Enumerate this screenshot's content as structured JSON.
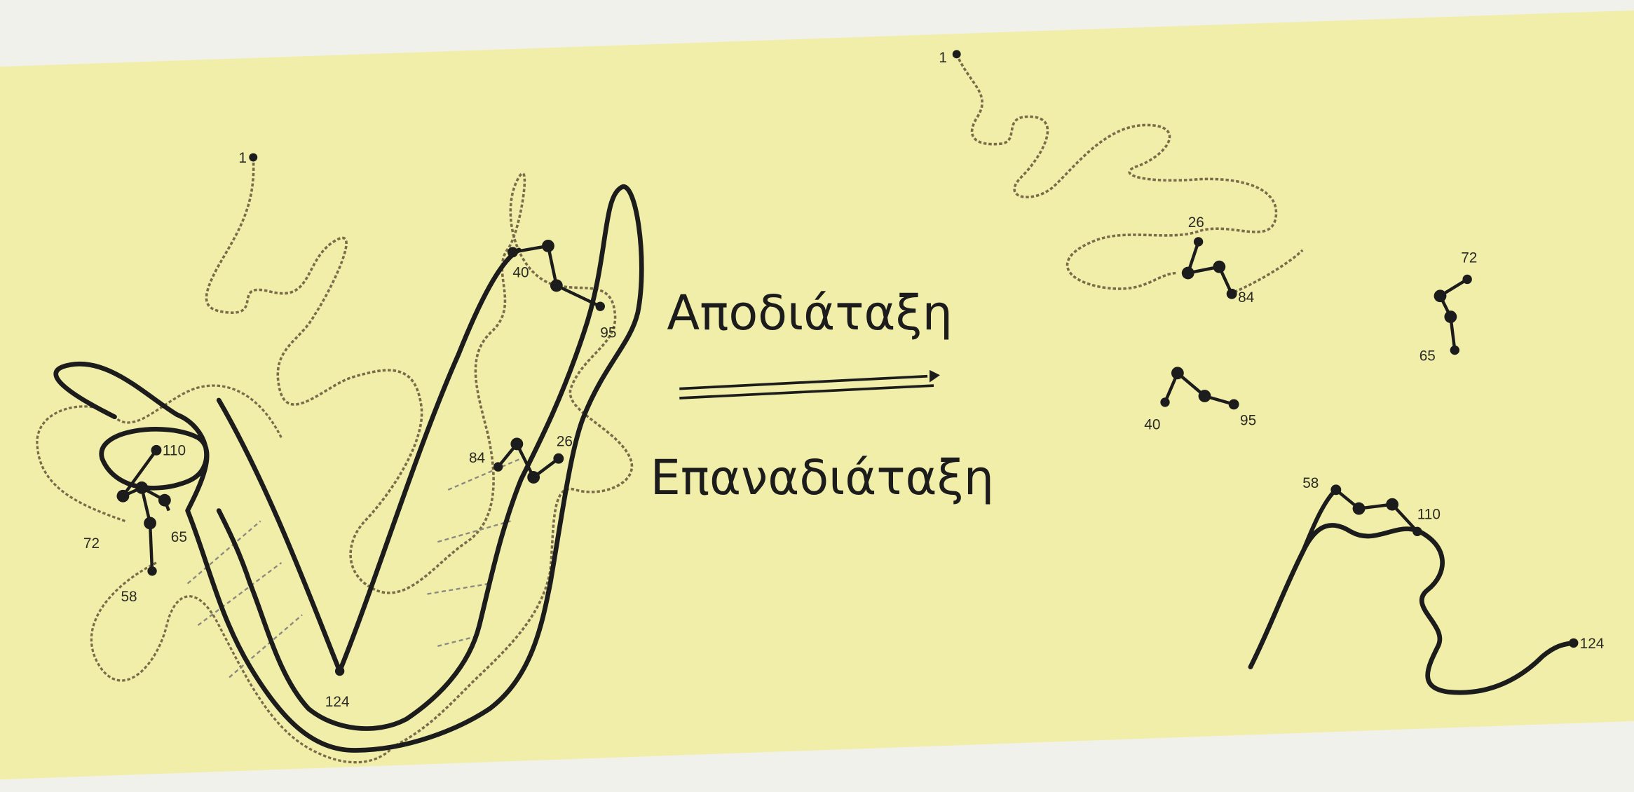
{
  "labels": {
    "forward": "Αποδιάταξη",
    "reverse": "Επαναδιάταξη"
  },
  "folded_protein": {
    "start": "1",
    "end": "124",
    "residues": [
      "110",
      "72",
      "65",
      "58",
      "40",
      "95",
      "84",
      "26"
    ]
  },
  "unfolded_protein": {
    "start": "1",
    "end": "124",
    "residues": [
      "26",
      "84",
      "72",
      "65",
      "40",
      "95",
      "58",
      "110"
    ]
  },
  "colors": {
    "paper": "#f1eea9",
    "background": "#f1f1ec",
    "ink": "#1c1c1c",
    "thin_chain": "#7a6c4a"
  }
}
